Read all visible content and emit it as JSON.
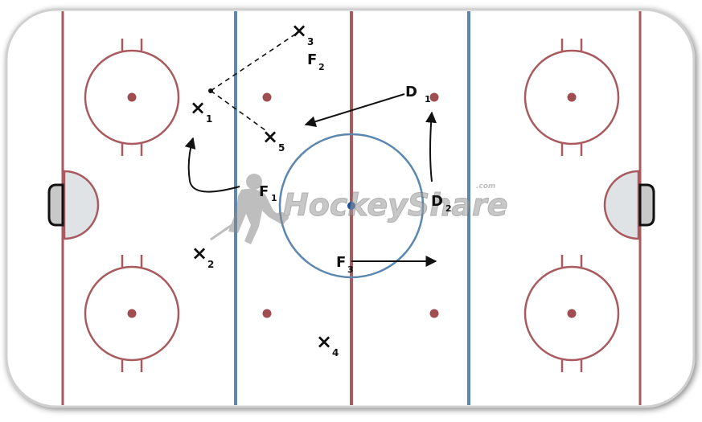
{
  "colors": {
    "red_line": "#a85a5e",
    "blue_line": "#5b87b0",
    "dot": "#a04d52",
    "center_dot": "#1d4f9a",
    "ice": "#ffffff",
    "crease": "#dfe3e6",
    "goal": "#c8c8c8",
    "watermark": "#9a9a9a"
  },
  "watermark": {
    "text": "HockeyShare",
    "suffix": ".com"
  },
  "players": {
    "x1": {
      "glyph": "×",
      "sub": "1"
    },
    "x2": {
      "glyph": "×",
      "sub": "2"
    },
    "x3": {
      "glyph": "×",
      "sub": "3"
    },
    "x4": {
      "glyph": "×",
      "sub": "4"
    },
    "x5": {
      "glyph": "×",
      "sub": "5"
    },
    "f1": {
      "letter": "F",
      "sub": "1"
    },
    "f2": {
      "letter": "F",
      "sub": "2"
    },
    "f3": {
      "letter": "F",
      "sub": "3"
    },
    "d1": {
      "letter": "D",
      "sub": "1"
    },
    "d2": {
      "letter": "D",
      "sub": "2"
    }
  }
}
